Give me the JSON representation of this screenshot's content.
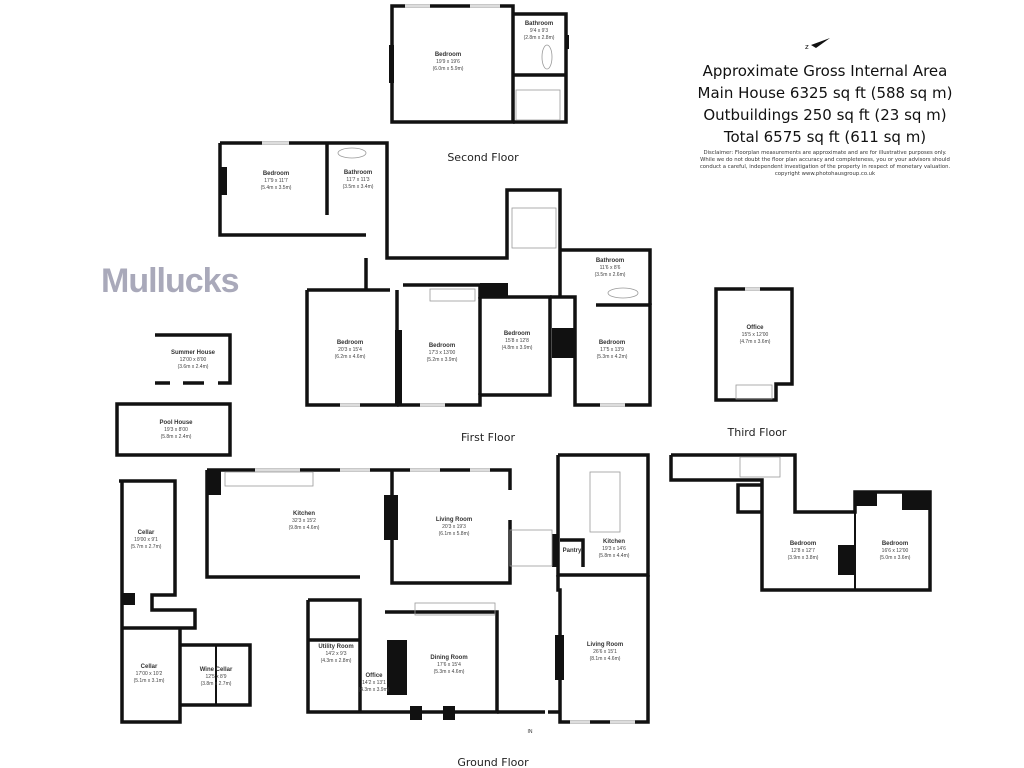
{
  "brand": "Mullucks",
  "area": {
    "title": "Approximate Gross Internal Area",
    "main_house": "Main House 6325 sq ft  (588 sq m)",
    "outbuildings": "Outbuildings 250 sq ft (23 sq m)",
    "total": "Total 6575 sq ft (611 sq m)",
    "disclaimer": [
      "Disclaimer: Floorplan measurements are approximate and are for illustrative purposes only.",
      "While we do not doubt the floor plan accuracy and completeness, you or your advisors should",
      "conduct a careful, independent investigation of the property in respect of monetary valuation.",
      "copyright www.photohausgroup.co.uk"
    ]
  },
  "compass": "north-arrow-icon",
  "floors": {
    "second": "Second Floor",
    "first": "First Floor",
    "third": "Third Floor",
    "ground": "Ground Floor"
  },
  "entrance": "IN",
  "rooms": {
    "sf_bedroom_large": {
      "name": "Bedroom",
      "imperial": "19'9 x 19'6",
      "metric": "(6.0m x 5.9m)"
    },
    "sf_bathroom_small": {
      "name": "Bathroom",
      "imperial": "9'4 x 9'3",
      "metric": "(2.8m x 2.8m)"
    },
    "sf_bedroom_left": {
      "name": "Bedroom",
      "imperial": "17'9 x 11'7",
      "metric": "(5.4m x 3.5m)"
    },
    "sf_bathroom_left": {
      "name": "Bathroom",
      "imperial": "11'7 x 11'3",
      "metric": "(3.5m x 3.4m)"
    },
    "ff_bathroom": {
      "name": "Bathroom",
      "imperial": "11'6 x 8'6",
      "metric": "(3.5m x 2.6m)"
    },
    "ff_bedroom_1": {
      "name": "Bedroom",
      "imperial": "20'3 x 15'4",
      "metric": "(6.2m x 4.6m)"
    },
    "ff_bedroom_2": {
      "name": "Bedroom",
      "imperial": "17'3 x 13'00",
      "metric": "(5.2m x 3.9m)"
    },
    "ff_bedroom_3": {
      "name": "Bedroom",
      "imperial": "15'8 x 12'8",
      "metric": "(4.8m x 3.9m)"
    },
    "ff_bedroom_4": {
      "name": "Bedroom",
      "imperial": "17'5 x 13'9",
      "metric": "(5.3m x 4.2m)"
    },
    "summer_house": {
      "name": "Summer House",
      "imperial": "12'00 x 8'00",
      "metric": "(3.6m x 2.4m)"
    },
    "pool_house": {
      "name": "Pool House",
      "imperial": "19'3 x 8'00",
      "metric": "(5.8m x 2.4m)"
    },
    "tf_office": {
      "name": "Office",
      "imperial": "15'5 x 12'00",
      "metric": "(4.7m x 3.6m)"
    },
    "tf_bedroom_1": {
      "name": "Bedroom",
      "imperial": "12'8 x 12'7",
      "metric": "(3.9m x 3.8m)"
    },
    "tf_bedroom_2": {
      "name": "Bedroom",
      "imperial": "16'6 x 12'00",
      "metric": "(5.0m x 3.6m)"
    },
    "gf_cellar_1": {
      "name": "Cellar",
      "imperial": "19'00 x 9'1",
      "metric": "(5.7m x 2.7m)"
    },
    "gf_cellar_2": {
      "name": "Cellar",
      "imperial": "17'00 x 10'2",
      "metric": "(5.1m x 3.1m)"
    },
    "gf_wine_cellar": {
      "name": "Wine Cellar",
      "imperial": "12'5 x 8'9",
      "metric": "(3.8m x 2.7m)"
    },
    "gf_kitchen_1": {
      "name": "Kitchen",
      "imperial": "32'3 x 15'2",
      "metric": "(9.8m x 4.6m)"
    },
    "gf_living_1": {
      "name": "Living Room",
      "imperial": "20'3 x 19'3",
      "metric": "(6.1m x 5.8m)"
    },
    "gf_kitchen_2": {
      "name": "Kitchen",
      "imperial": "19'3 x 14'6",
      "metric": "(5.8m x 4.4m)"
    },
    "gf_pantry": {
      "name": "Pantry",
      "imperial": "",
      "metric": ""
    },
    "gf_living_2": {
      "name": "Living Room",
      "imperial": "26'6 x 15'1",
      "metric": "(8.1m x 4.6m)"
    },
    "gf_utility": {
      "name": "Utility Room",
      "imperial": "14'2 x 9'3",
      "metric": "(4.3m x 2.8m)"
    },
    "gf_office": {
      "name": "Office",
      "imperial": "14'2 x 13'1",
      "metric": "(4.3m x 3.9m)"
    },
    "gf_dining": {
      "name": "Dining Room",
      "imperial": "17'6 x 15'4",
      "metric": "(5.3m x 4.6m)"
    }
  }
}
